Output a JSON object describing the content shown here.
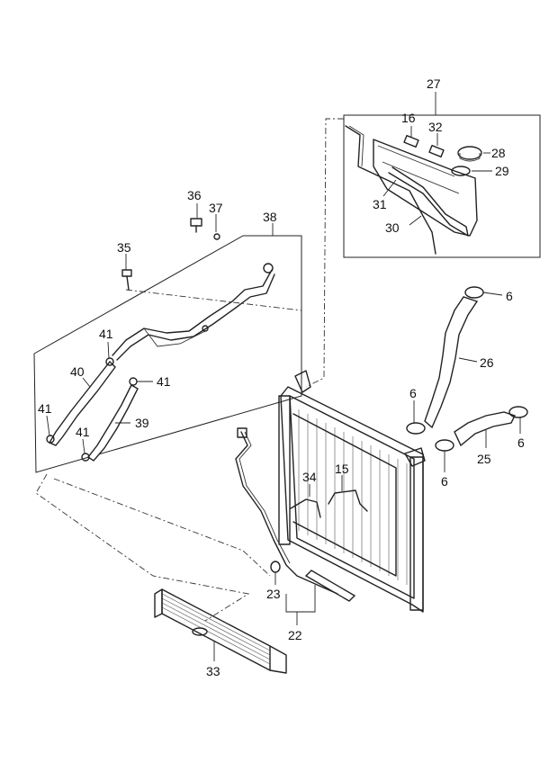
{
  "callouts": {
    "c27": "27",
    "c16": "16",
    "c32": "32",
    "c28": "28",
    "c29": "29",
    "c31": "31",
    "c30": "30",
    "c36": "36",
    "c37": "37",
    "c38": "38",
    "c35": "35",
    "c41a": "41",
    "c40": "40",
    "c41b": "41",
    "c41c": "41",
    "c41d": "41",
    "c39": "39",
    "c6a": "6",
    "c26": "26",
    "c6b": "6",
    "c6c": "6",
    "c6d": "6",
    "c25": "25",
    "c34": "34",
    "c15": "15",
    "c23": "23",
    "c22": "22",
    "c33": "33"
  }
}
